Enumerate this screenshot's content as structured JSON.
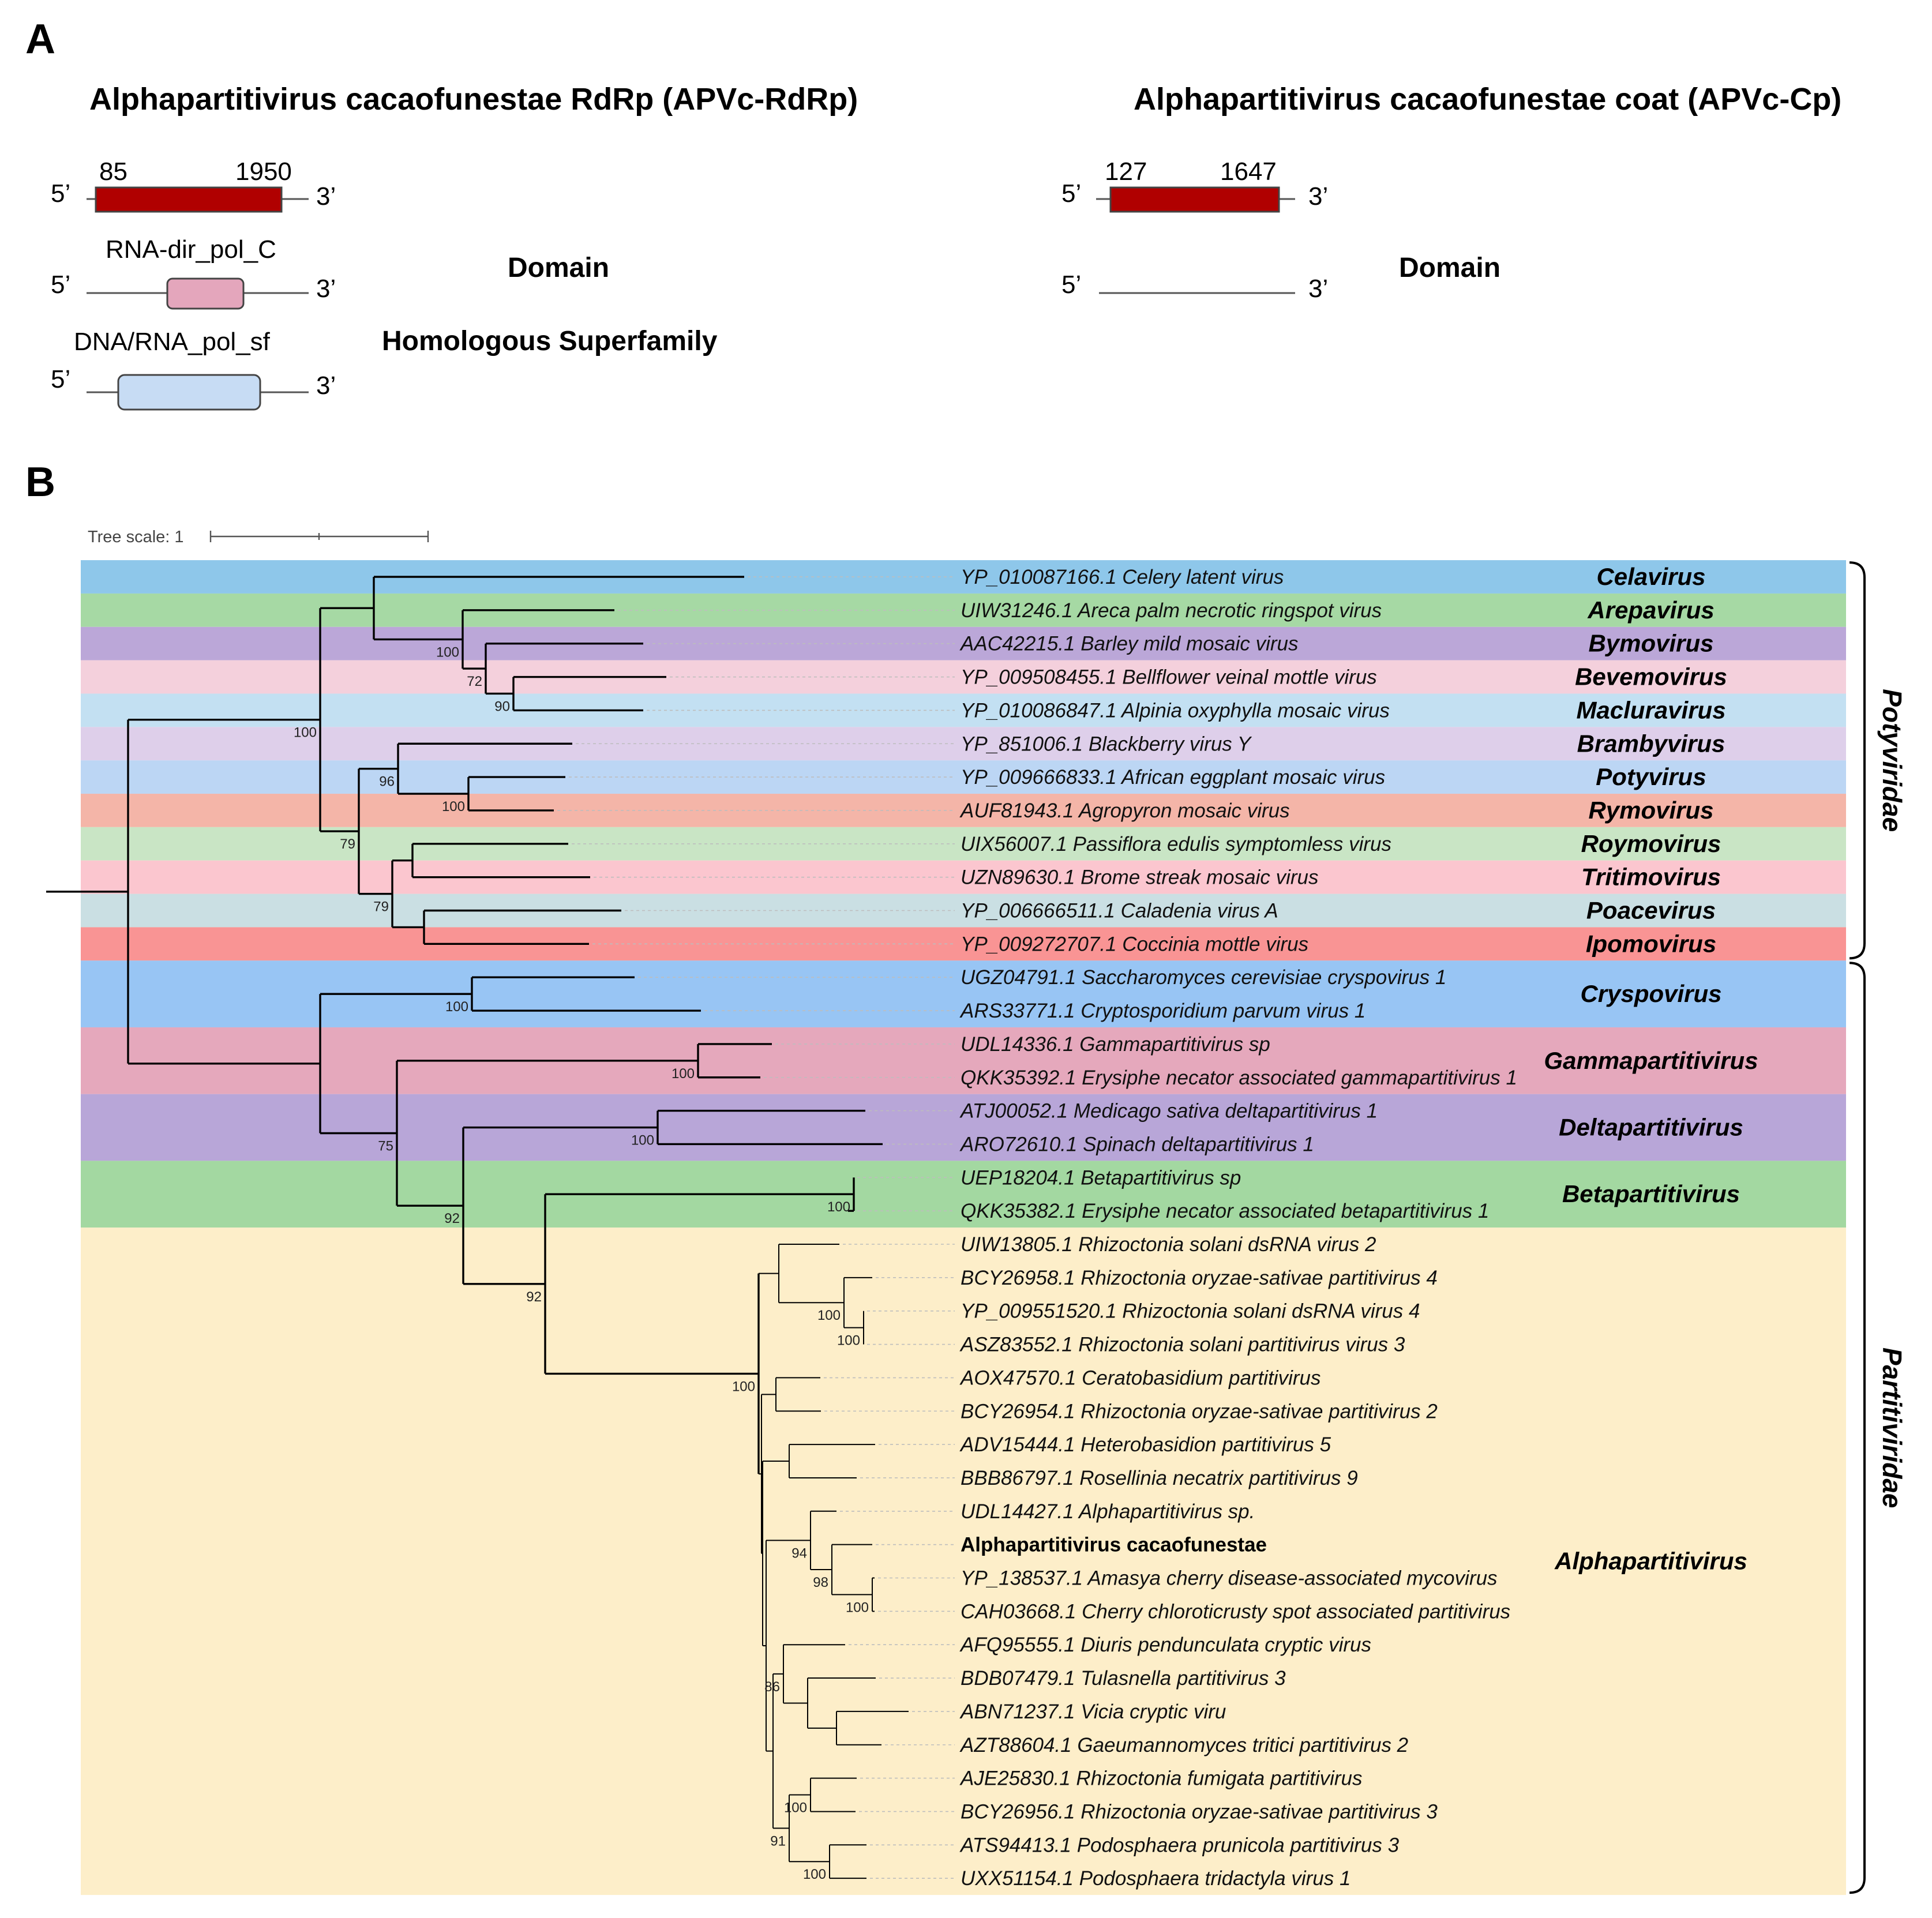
{
  "panel_a": {
    "letter": "A",
    "rdrp": {
      "title": "Alphapartitivirus cacaofunestae RdRp (APVc-RdRp)",
      "start": "85",
      "end": "1950",
      "five_prime": "5’",
      "three_prime": "3’",
      "domain_name": "RNA-dir_pol_C",
      "superfamily_name": "DNA/RNA_pol_sf",
      "domain_label": "Domain",
      "superfamily_label": "Homologous Superfamily"
    },
    "coat": {
      "title": "Alphapartitivirus cacaofunestae coat (APVc-Cp)",
      "start": "127",
      "end": "1647",
      "five_prime": "5’",
      "three_prime": "3’",
      "domain_label": "Domain"
    },
    "colors": {
      "orf": "#b00000",
      "domain": "#e4a6bc",
      "superfamily": "#c7dcf4"
    }
  },
  "panel_b": {
    "letter": "B",
    "scale_label": "Tree scale: 1",
    "taxa": [
      {
        "label": "YP_010087166.1 Celery latent virus"
      },
      {
        "label": "UIW31246.1 Areca palm necrotic ringspot virus"
      },
      {
        "label": "AAC42215.1 Barley mild mosaic virus"
      },
      {
        "label": "YP_009508455.1 Bellflower veinal mottle virus"
      },
      {
        "label": "YP_010086847.1 Alpinia oxyphylla mosaic virus"
      },
      {
        "label": "YP_851006.1 Blackberry virus Y"
      },
      {
        "label": "YP_009666833.1 African eggplant mosaic virus"
      },
      {
        "label": "AUF81943.1 Agropyron mosaic virus"
      },
      {
        "label": "UIX56007.1 Passiflora edulis symptomless virus"
      },
      {
        "label": "UZN89630.1 Brome streak mosaic virus"
      },
      {
        "label": "YP_006666511.1 Caladenia virus A"
      },
      {
        "label": "YP_009272707.1 Coccinia mottle virus"
      },
      {
        "label": "UGZ04791.1 Saccharomyces cerevisiae cryspovirus 1"
      },
      {
        "label": "ARS33771.1 Cryptosporidium parvum virus 1"
      },
      {
        "label": "UDL14336.1 Gammapartitivirus sp"
      },
      {
        "label": "QKK35392.1 Erysiphe necator associated gammapartitivirus 1"
      },
      {
        "label": "ATJ00052.1 Medicago sativa deltapartitivirus 1"
      },
      {
        "label": "ARO72610.1 Spinach deltapartitivirus 1"
      },
      {
        "label": "UEP18204.1 Betapartitivirus sp"
      },
      {
        "label": "QKK35382.1 Erysiphe necator associated betapartitivirus 1"
      },
      {
        "label": "UIW13805.1 Rhizoctonia solani dsRNA virus 2"
      },
      {
        "label": "BCY26958.1 Rhizoctonia oryzae-sativae partitivirus 4"
      },
      {
        "label": "YP_009551520.1 Rhizoctonia solani dsRNA virus 4"
      },
      {
        "label": "ASZ83552.1 Rhizoctonia solani partitivirus virus 3"
      },
      {
        "label": "AOX47570.1 Ceratobasidium partitivirus"
      },
      {
        "label": "BCY26954.1 Rhizoctonia oryzae-sativae partitivirus 2"
      },
      {
        "label": "ADV15444.1 Heterobasidion partitivirus 5"
      },
      {
        "label": "BBB86797.1 Rosellinia necatrix partitivirus 9"
      },
      {
        "label": "UDL14427.1 Alphapartitivirus sp."
      },
      {
        "label": "Alphapartitivirus cacaofunestae",
        "bold": true
      },
      {
        "label": "YP_138537.1 Amasya cherry disease-associated mycovirus"
      },
      {
        "label": "CAH03668.1 Cherry chloroticrusty spot associated partitivirus"
      },
      {
        "label": "AFQ95555.1 Diuris pendunculata cryptic virus"
      },
      {
        "label": "BDB07479.1 Tulasnella partitivirus 3"
      },
      {
        "label": "ABN71237.1 Vicia cryptic viru"
      },
      {
        "label": "AZT88604.1 Gaeumannomyces tritici partitivirus 2"
      },
      {
        "label": "AJE25830.1 Rhizoctonia fumigata partitivirus"
      },
      {
        "label": "BCY26956.1 Rhizoctonia oryzae-sativae partitivirus 3"
      },
      {
        "label": "ATS94413.1 Podosphaera prunicola partitivirus 3"
      },
      {
        "label": "UXX51154.1 Podosphaera tridactyla virus 1"
      }
    ],
    "genera": [
      {
        "name": "Celavirus",
        "from": 0,
        "to": 0,
        "color": "#8ec7ea"
      },
      {
        "name": "Arepavirus",
        "from": 1,
        "to": 1,
        "color": "#a6d9a4"
      },
      {
        "name": "Bymovirus",
        "from": 2,
        "to": 2,
        "color": "#bba7d8"
      },
      {
        "name": "Bevemovirus",
        "from": 3,
        "to": 3,
        "color": "#f4d0dc"
      },
      {
        "name": "Macluravirus",
        "from": 4,
        "to": 4,
        "color": "#c3e0f2"
      },
      {
        "name": "Brambyvirus",
        "from": 5,
        "to": 5,
        "color": "#decfea"
      },
      {
        "name": "Potyvirus",
        "from": 6,
        "to": 6,
        "color": "#bcd6f4"
      },
      {
        "name": "Rymovirus",
        "from": 7,
        "to": 7,
        "color": "#f4b5a8"
      },
      {
        "name": "Roymovirus",
        "from": 8,
        "to": 8,
        "color": "#c9e5c5"
      },
      {
        "name": "Tritimovirus",
        "from": 9,
        "to": 9,
        "color": "#fbc6cf"
      },
      {
        "name": "Poacevirus",
        "from": 10,
        "to": 10,
        "color": "#cadfe3"
      },
      {
        "name": "Ipomovirus",
        "from": 11,
        "to": 11,
        "color": "#f99494"
      },
      {
        "name": "Cryspovirus",
        "from": 12,
        "to": 13,
        "color": "#98c5f4"
      },
      {
        "name": "Gammapartitivirus",
        "from": 14,
        "to": 15,
        "color": "#e5a8bc"
      },
      {
        "name": "Deltapartitivirus",
        "from": 16,
        "to": 17,
        "color": "#b8a6d8"
      },
      {
        "name": "Betapartitivirus",
        "from": 18,
        "to": 19,
        "color": "#a3d8a1"
      },
      {
        "name": "Alphapartitivirus",
        "from": 20,
        "to": 39,
        "color": "#fdeec9"
      }
    ],
    "families": [
      {
        "name": "Potyviridae",
        "from": 0,
        "to": 11
      },
      {
        "name": "Partitiviridae",
        "from": 12,
        "to": 39
      }
    ],
    "bootstrap": [
      {
        "value": "100",
        "node": "n_p_arep"
      },
      {
        "value": "72",
        "node": "n_p_bym"
      },
      {
        "value": "90",
        "node": "n_p_bev"
      },
      {
        "value": "100",
        "node": "n_poty_top"
      },
      {
        "value": "96",
        "node": "n_p_bramb"
      },
      {
        "value": "100",
        "node": "n_p_poty"
      },
      {
        "value": "79",
        "node": "n_p_lower"
      },
      {
        "value": "79",
        "node": "n_p_roy"
      },
      {
        "value": "100",
        "node": "n_crysp"
      },
      {
        "value": "100",
        "node": "n_gamma"
      },
      {
        "value": "75",
        "node": "n_part"
      },
      {
        "value": "100",
        "node": "n_delta"
      },
      {
        "value": "92",
        "node": "n_d_rest"
      },
      {
        "value": "100",
        "node": "n_beta"
      },
      {
        "value": "92",
        "node": "n_b_alpha"
      },
      {
        "value": "100",
        "node": "n_alpha"
      },
      {
        "value": "100",
        "node": "n_rh4"
      },
      {
        "value": "100",
        "node": "n_rh3"
      },
      {
        "value": "94",
        "node": "n_acf"
      },
      {
        "value": "98",
        "node": "n_acf2"
      },
      {
        "value": "100",
        "node": "n_cherry"
      },
      {
        "value": "86",
        "node": "n_tul"
      },
      {
        "value": "91",
        "node": "n_pod"
      },
      {
        "value": "100",
        "node": "n_rh_fum"
      },
      {
        "value": "100",
        "node": "n_podo"
      }
    ]
  }
}
